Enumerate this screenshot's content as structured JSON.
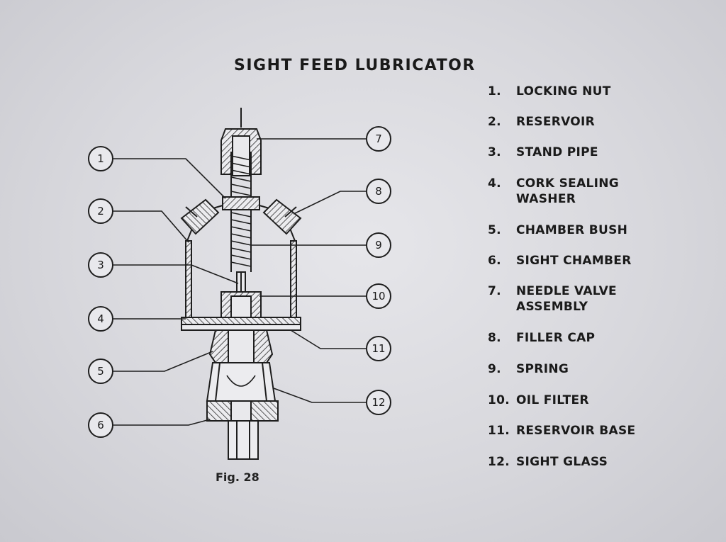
{
  "title": "SIGHT FEED LUBRICATOR",
  "figure_caption": "Fig. 28",
  "legend": [
    {
      "num": "1.",
      "text": "LOCKING NUT"
    },
    {
      "num": "2.",
      "text": "RESERVOIR"
    },
    {
      "num": "3.",
      "text": "STAND PIPE"
    },
    {
      "num": "4.",
      "text": "CORK SEALING\nWASHER"
    },
    {
      "num": "5.",
      "text": "CHAMBER BUSH"
    },
    {
      "num": "6.",
      "text": "SIGHT CHAMBER"
    },
    {
      "num": "7.",
      "text": "NEEDLE VALVE\nASSEMBLY"
    },
    {
      "num": "8.",
      "text": "FILLER CAP"
    },
    {
      "num": "9.",
      "text": "SPRING"
    },
    {
      "num": "10.",
      "text": "OIL FILTER"
    },
    {
      "num": "11.",
      "text": "RESERVOIR BASE"
    },
    {
      "num": "12.",
      "text": "SIGHT GLASS"
    }
  ],
  "callouts": [
    "1",
    "2",
    "3",
    "4",
    "5",
    "6",
    "7",
    "8",
    "9",
    "10",
    "11",
    "12"
  ]
}
